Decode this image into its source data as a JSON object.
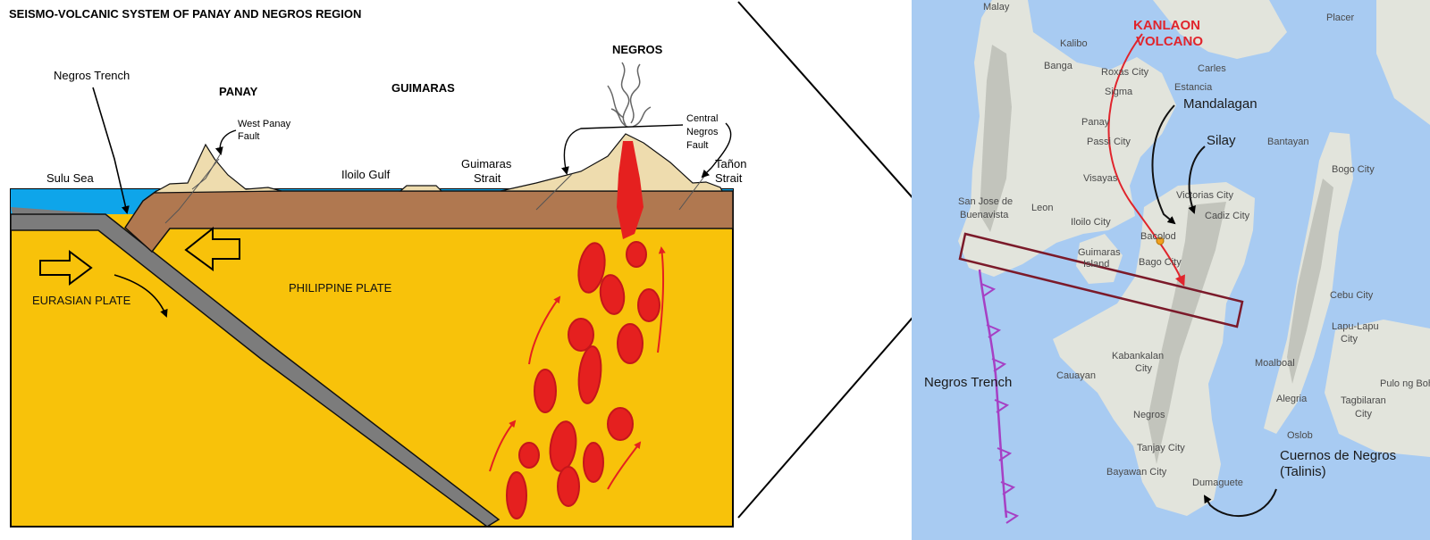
{
  "title": "SEISMO-VOLCANIC SYSTEM OF PANAY AND NEGROS REGION",
  "cross_section": {
    "regions": {
      "panay": "PANAY",
      "guimaras": "GUIMARAS",
      "negros": "NEGROS"
    },
    "labels": {
      "negros_trench": "Negros Trench",
      "west_panay_fault": [
        "West Panay",
        "Fault"
      ],
      "central_negros_fault": [
        "Central",
        "Negros",
        "Fault"
      ],
      "sulu_sea": "Sulu Sea",
      "iloilo_gulf": "Iloilo Gulf",
      "guimaras_strait": [
        "Guimaras",
        "Strait"
      ],
      "tanon_strait": [
        "Tañon",
        "Strait"
      ],
      "eurasian_plate": "EURASIAN PLATE",
      "philippine_plate": "PHILIPPINE PLATE"
    }
  },
  "map": {
    "highlight": [
      "KANLAON",
      "VOLCANO"
    ],
    "callouts": {
      "mandalagan": "Mandalagan",
      "silay": "Silay",
      "negros_trench": "Negros Trench",
      "cuernos": [
        "Cuernos de Negros",
        "(Talinis)"
      ]
    },
    "places": {
      "malay": "Malay",
      "kalibo": "Kalibo",
      "banga": "Banga",
      "roxas": "Roxas City",
      "sigma": "Sigma",
      "carles": "Carles",
      "estancia": "Estancia",
      "placer": "Placer",
      "panay": "Panay",
      "passi": "Passi City",
      "bantayan": "Bantayan",
      "bogo": "Bogo City",
      "san_jose": [
        "San Jose de",
        "Buenavista"
      ],
      "leon": "Leon",
      "visayas": "Visayas",
      "victorias": "Victorias City",
      "cadiz": "Cadiz City",
      "iloilo": "Iloilo City",
      "bacolod": "Bacolod",
      "guimaras_island": [
        "Guimaras",
        "Island"
      ],
      "bago": "Bago City",
      "cebu": "Cebu City",
      "lapu": [
        "Lapu-Lapu",
        "City"
      ],
      "kabankalan": [
        "Kabankalan",
        "City"
      ],
      "cauayan": "Cauayan",
      "moalboal": "Moalboal",
      "tagbilaran": [
        "Tagbilaran",
        "City"
      ],
      "pulong": "Pulo ng Boho",
      "alegria": "Alegria",
      "negros_label": "Negros",
      "oslob": "Oslob",
      "tanjay": "Tanjay City",
      "bayawan": "Bayawan City",
      "dumaguete": "Dumaguete"
    }
  },
  "colors": {
    "mantle": "#f8c20a",
    "sea": "#0ea5ea",
    "crust": "#b07850",
    "land": "#eedcae",
    "slab": "#7c7c7c",
    "magma": "#e5201f",
    "map_sea": "#a8cbf2",
    "map_land": "#e2e4dc",
    "map_mountain": "#c2c4bc",
    "map_box": "#7b1a2a",
    "trench_line": "#a640c4",
    "kanlaon_red": "#e0242c"
  }
}
